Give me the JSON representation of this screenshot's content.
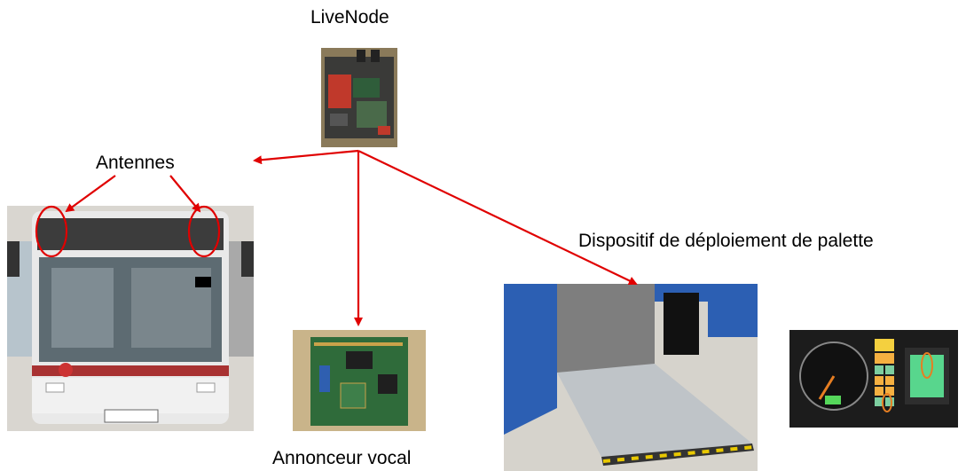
{
  "labels": {
    "livenode": "LiveNode",
    "antennes": "Antennes",
    "palette": "Dispositif de déploiement de palette",
    "annonceur": "Annonceur vocal"
  },
  "colors": {
    "arrow": "#e00000",
    "circle": "#e00000"
  },
  "images": [
    {
      "name": "livenode-board-photo",
      "depicts": "LiveNode electronic box"
    },
    {
      "name": "bus-front-photo",
      "depicts": "Front of city bus"
    },
    {
      "name": "voice-announcer-board-photo",
      "depicts": "Green circuit board"
    },
    {
      "name": "ramp-photo",
      "depicts": "Bus wheelchair ramp deployed"
    },
    {
      "name": "dashboard-photo",
      "depicts": "Bus dashboard with indicator lights"
    }
  ]
}
